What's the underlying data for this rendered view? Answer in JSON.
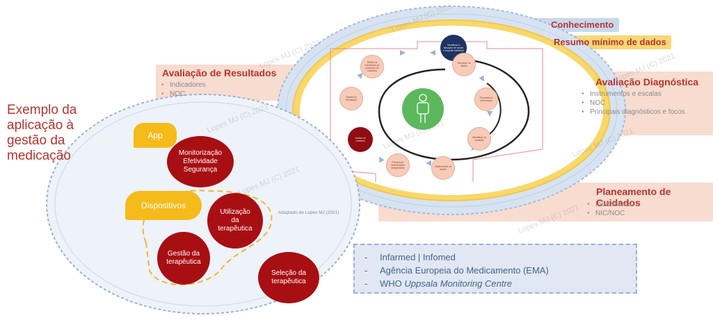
{
  "side_title": [
    "Exemplo da",
    "aplicação à",
    "gestão da",
    "medicação"
  ],
  "bands": {
    "conhecimento": "Conhecimento",
    "resumo": "Resumo mínimo de dados"
  },
  "sections": {
    "avaliacao_resultados": {
      "title": "Avaliação de Resultados",
      "items": [
        "Indicadores",
        "NOC"
      ]
    },
    "avaliacao_diagnostica": {
      "title": "Avaliação Diagnóstica",
      "items": [
        "Instrumentos e escalas",
        "NOC",
        "Principais diagnósticos e focos"
      ]
    },
    "planeamento": {
      "title": "Planeamento de Cuidados",
      "items": [
        "Indicadores",
        "NIC/NOC"
      ]
    }
  },
  "bubbles": {
    "app": "App",
    "dispositivos": "Dispositivos"
  },
  "red_nodes": {
    "monitorizacao": [
      "Monitorização",
      "Efetividade",
      "Segurança"
    ],
    "utilizacao": [
      "Utilização",
      "da",
      "terapêutica"
    ],
    "gestao": [
      "Gestão da",
      "terapêutica"
    ],
    "selecao": [
      "Seleção da",
      "terapêutica"
    ]
  },
  "adapted_note": "Adaptado de Lopes MJ (2021)",
  "watermark": "Lopes MJ (C) 2021",
  "cycle_nodes": {
    "top": "Identificar a situação de saúde e suporte existente",
    "n1": "Recolher os dados",
    "n2": "Processar a informação",
    "n3": "Identificar os cuidados",
    "n4": "Implementar as ações",
    "n5": "Prescrever intervenções terapêuticas",
    "n6": "Avaliar os resultados",
    "n7": "Definir os resultados do processo de cuidados",
    "dark_red": "Avaliar os cuidados"
  },
  "sources": [
    {
      "prefix": "Infarmed | Infomed",
      "italic": ""
    },
    {
      "prefix": "Agência Europeia do Medicamento (EMA)",
      "italic": ""
    },
    {
      "prefix": "WHO ",
      "italic": "Uppsala Monitoring Centre"
    }
  ],
  "colors": {
    "accent_red": "#b8342c",
    "dark_red_node": "#a80f12",
    "yellow": "#f4bb1a",
    "blue_band": "#c5d5ea",
    "peach_band": "#f8dcd0",
    "green_center": "#5cb85c",
    "navy_node": "#1e3361"
  }
}
